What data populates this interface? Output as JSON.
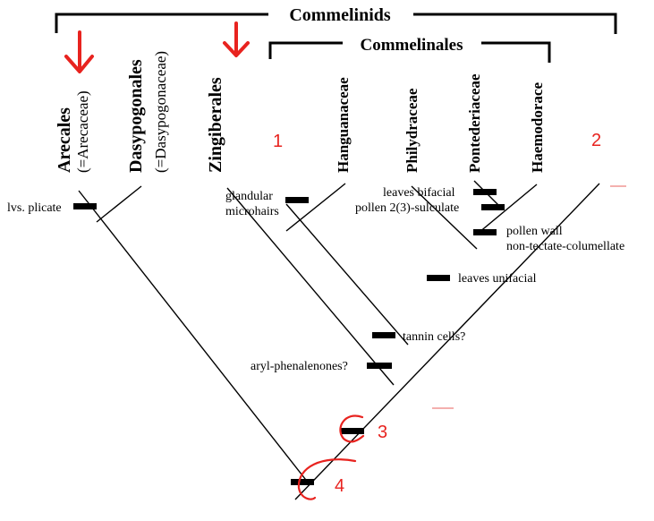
{
  "title": "Commelinids",
  "subtitle": "Commelinales",
  "taxa": [
    {
      "name": "Arecales",
      "alt": "(=Arecaceae)"
    },
    {
      "name": "Dasypogonales",
      "alt": "(=Dasypogonaceae)"
    },
    {
      "name": "Zingiberales",
      "alt": ""
    },
    {
      "name": "Hanguanaceae",
      "alt": ""
    },
    {
      "name": "Philydraceae",
      "alt": ""
    },
    {
      "name": "Pontederiaceae",
      "alt": ""
    },
    {
      "name": "Haemodorace",
      "alt": ""
    }
  ],
  "characters": {
    "lvs_plicate": "lvs. plicate",
    "glandular_1": "glandular",
    "glandular_2": "microhairs",
    "leaves_bifacial": "leaves bifacial",
    "pollen_sulculate": "pollen 2(3)-sulculate",
    "pollen_wall_1": "pollen wall",
    "pollen_wall_2": "non-tectate-columellate",
    "leaves_unifacial": "leaves unifacial",
    "tannin_cells": "tannin cells?",
    "aryl_phenalenones": "aryl-phenalenones?"
  },
  "annotations": {
    "n1": "1",
    "n2": "2",
    "n3": "3",
    "n4": "4"
  },
  "colors": {
    "line": "#000000",
    "annotation": "#e8231f"
  }
}
